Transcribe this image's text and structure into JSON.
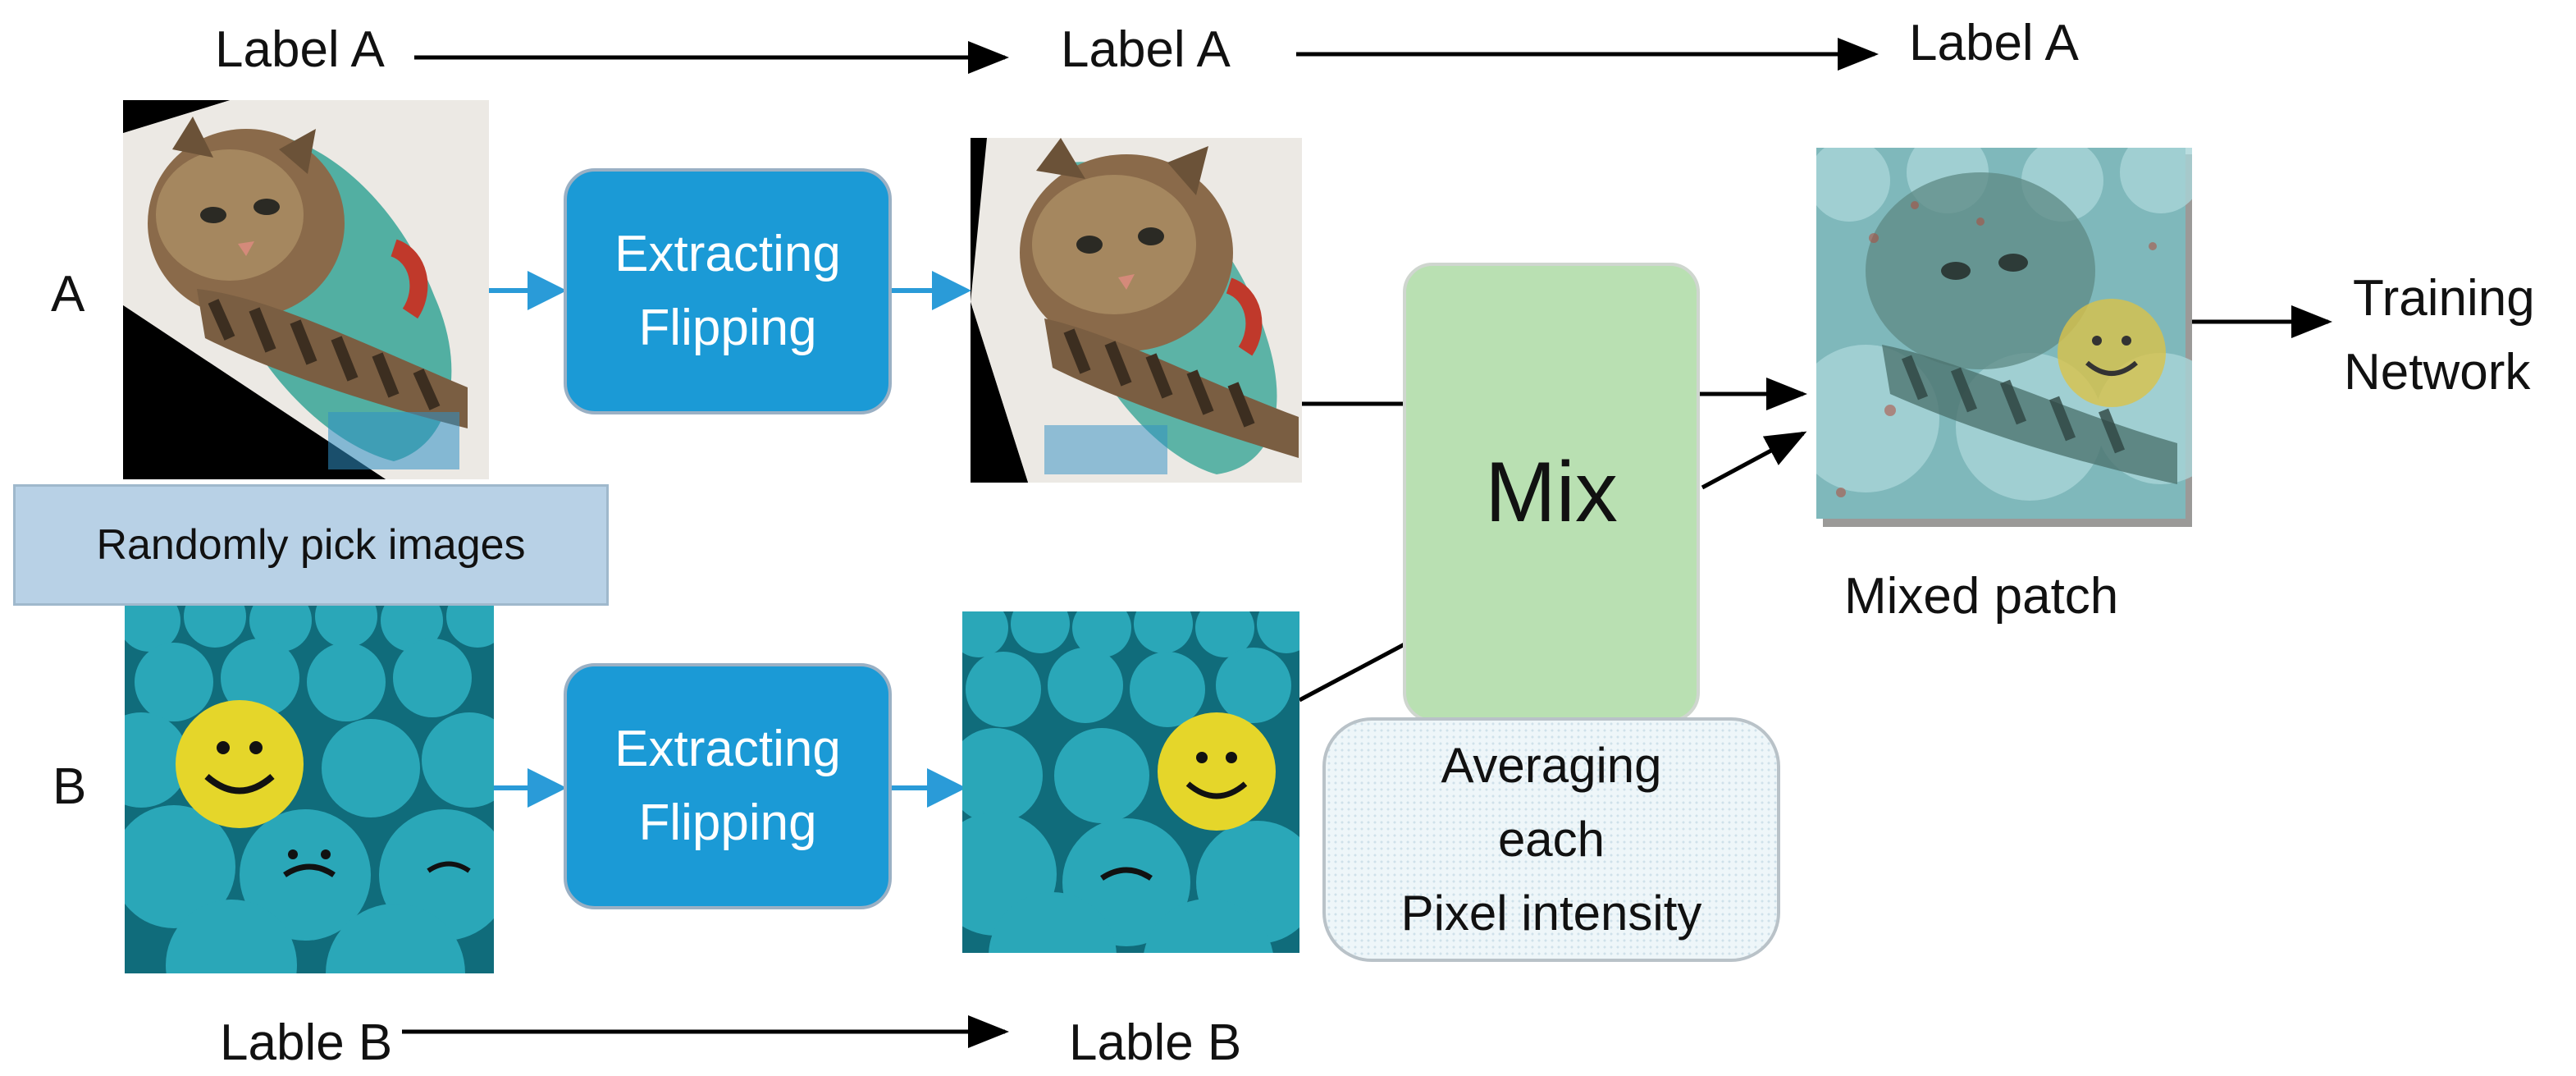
{
  "row_labels": {
    "a": "A",
    "b": "B"
  },
  "top_labels": {
    "first": "Label A",
    "second": "Label A",
    "third": "Label A"
  },
  "bottom_labels": {
    "first": "Lable B",
    "second": "Lable B"
  },
  "process_boxes": {
    "a": {
      "line1": "Extracting",
      "line2": "Flipping"
    },
    "b": {
      "line1": "Extracting",
      "line2": "Flipping"
    }
  },
  "mix_box": {
    "label": "Mix"
  },
  "averaging_box": {
    "line1": "Averaging",
    "line2": "each",
    "line3": "Pixel intensity"
  },
  "pick_banner": {
    "label": "Randomly pick images"
  },
  "output": {
    "caption": "Mixed patch",
    "line1": "Training",
    "line2": "Network"
  },
  "images": {
    "a_input": "cat-photo-rotated",
    "a_processed": "cat-photo-flipped",
    "b_input": "smiley-balls-photo",
    "b_processed": "smiley-balls-photo-flipped",
    "mixed": "mixed-cat-smiley-patch"
  },
  "colors": {
    "process_fill": "#1b9ad6",
    "mix_fill": "#b9e0b2",
    "pick_fill": "#b8d1e6",
    "small_arrow": "#2a9bd8",
    "arrow": "#000000"
  }
}
